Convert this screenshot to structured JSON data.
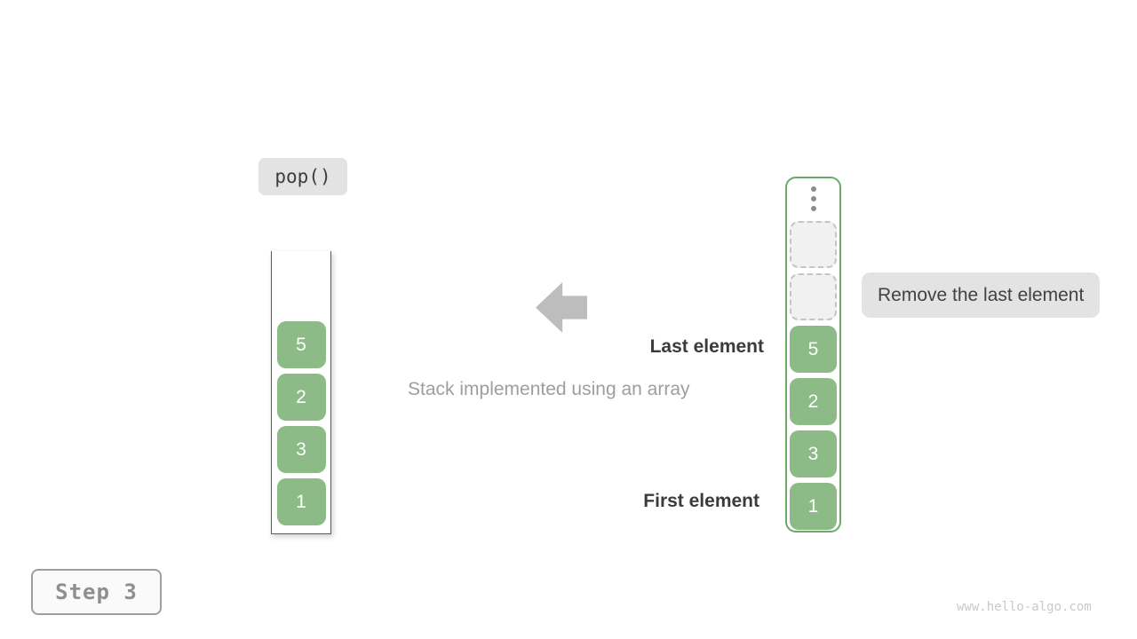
{
  "operation": {
    "label": "pop()"
  },
  "caption": "Stack implemented using an array",
  "annotations": {
    "last_element": "Last element",
    "first_element": "First element",
    "action": "Remove the last element"
  },
  "left_stack": {
    "cells": [
      "5",
      "2",
      "3",
      "1"
    ]
  },
  "right_stack": {
    "ellipsis_icon": "vertical-dots",
    "empty_slots": 2,
    "cells": [
      "5",
      "2",
      "3",
      "1"
    ]
  },
  "step": {
    "label": "Step 3"
  },
  "watermark": "www.hello-algo.com",
  "colors": {
    "cell_green": "#8cbb87",
    "stack_border_green": "#6da96a",
    "label_bg": "#e3e3e3",
    "label_text": "#424242",
    "bold_text": "#3b3b3b",
    "muted_text": "#9e9e9e",
    "arrow_gray": "#bdbdbd",
    "empty_cell_bg": "#f1f1f1",
    "empty_cell_border": "#c4c4c4",
    "wall_gray": "#5a5a5a",
    "step_border": "#9e9e9e",
    "step_text": "#8f8f8f",
    "step_bg": "#fafafa",
    "watermark": "#c9c9c9"
  }
}
